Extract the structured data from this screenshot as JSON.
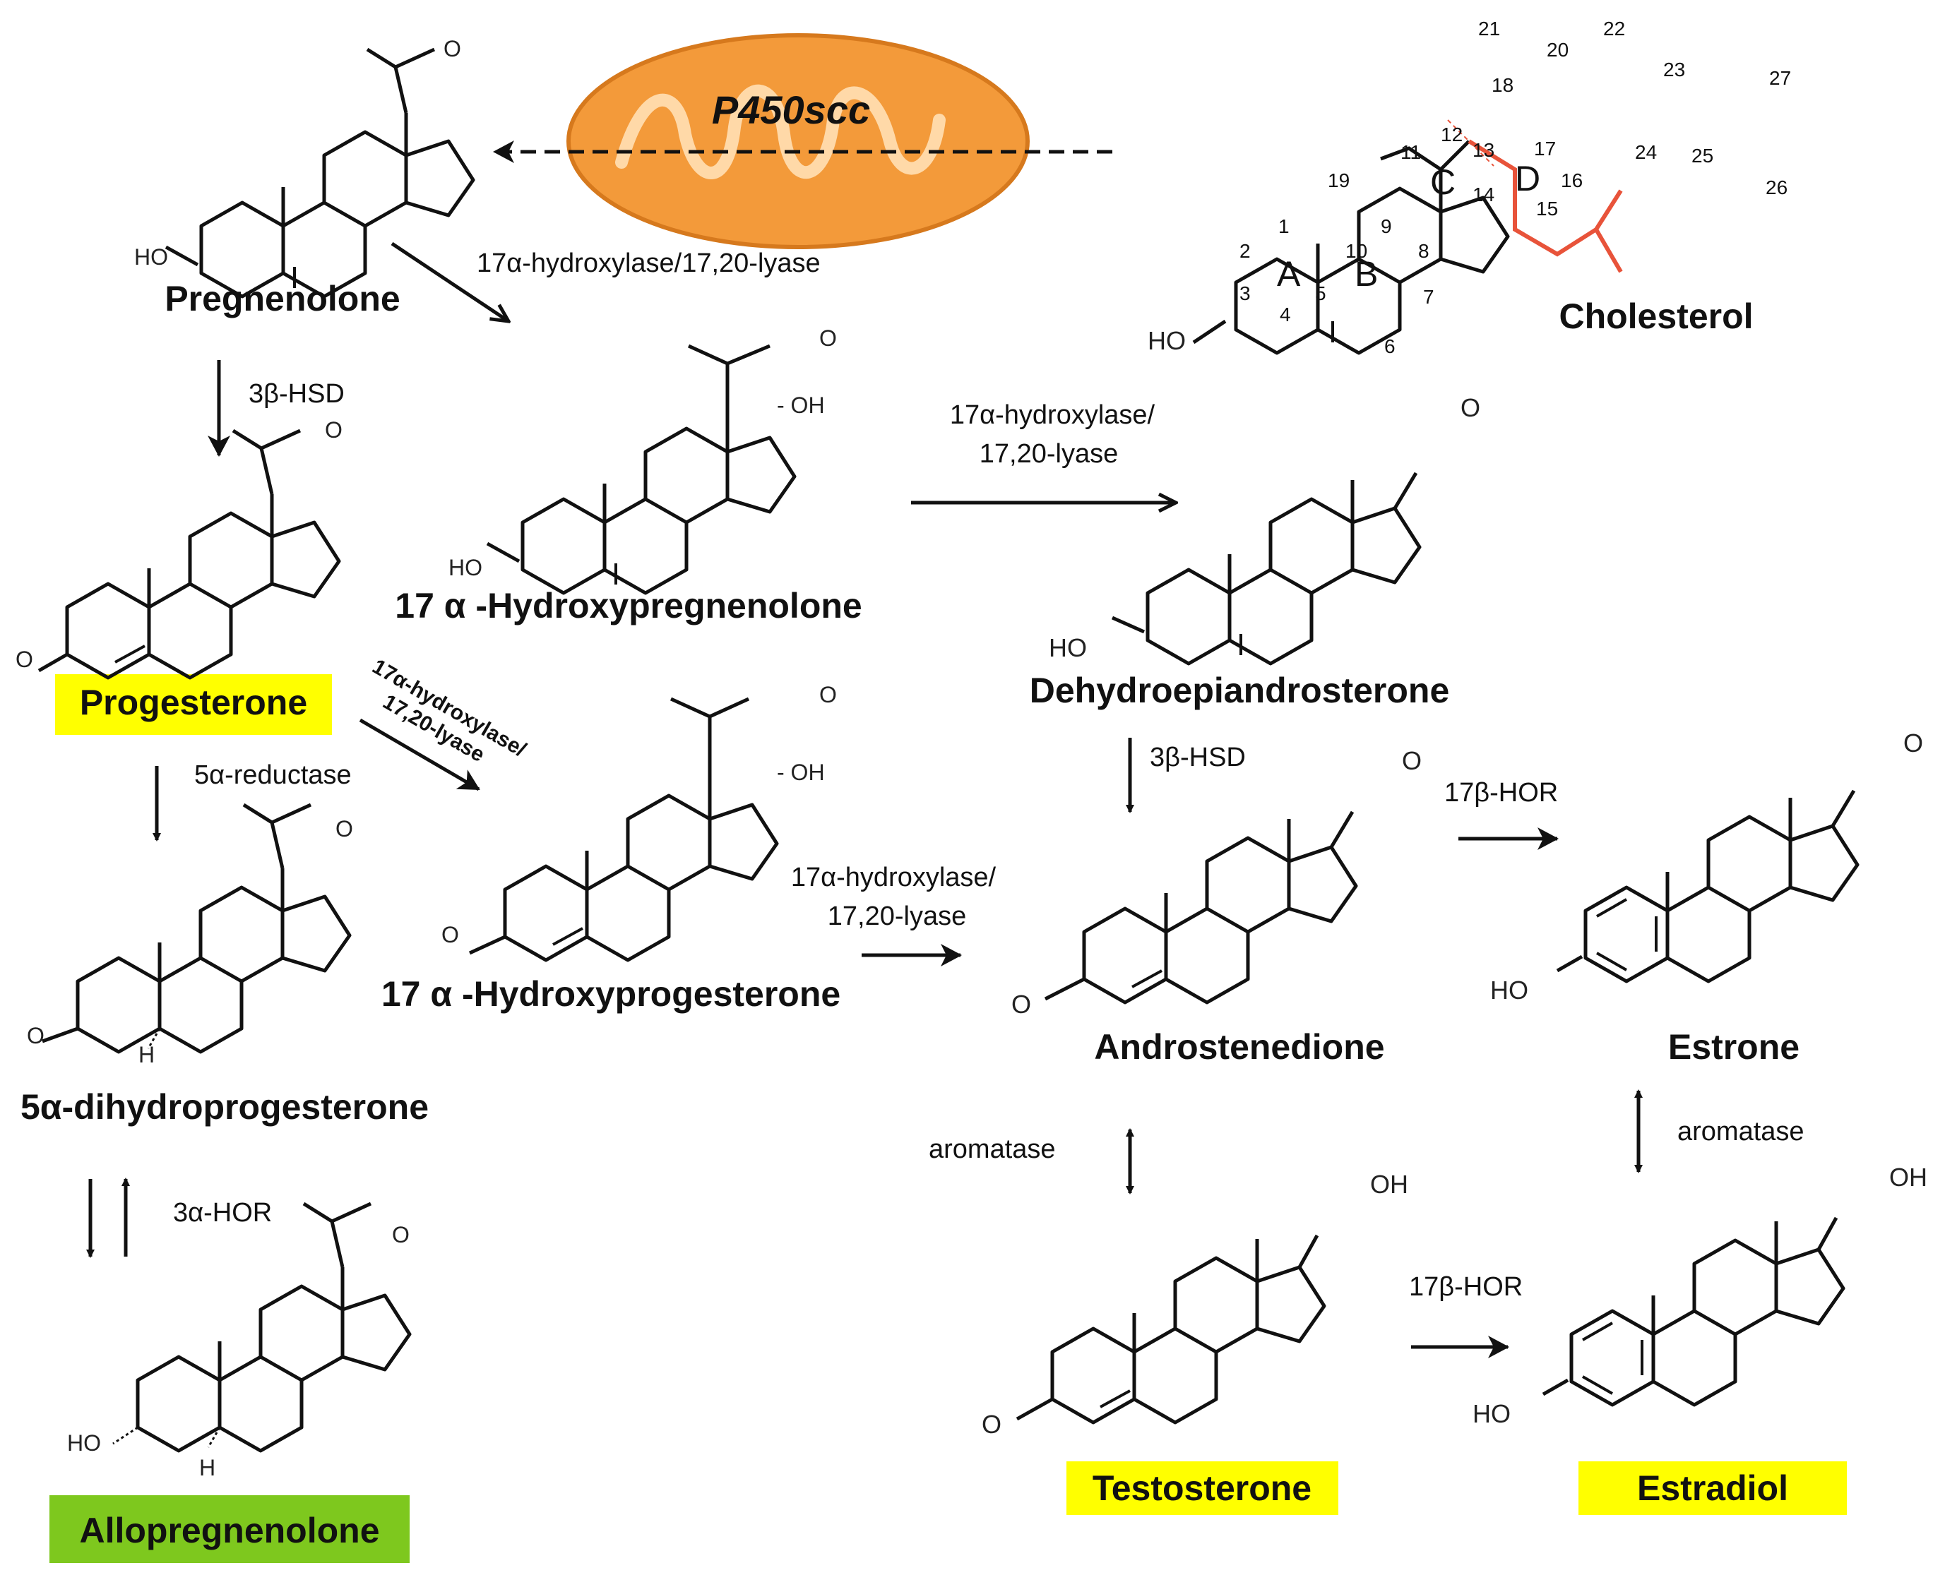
{
  "enzyme_cleavage": "P450scc",
  "compounds": {
    "cholesterol": "Cholesterol",
    "pregnenolone": "Pregnenolone",
    "hydroxypregnenolone": "17 α -Hydroxypregnenolone",
    "dhea": "Dehydroepiandrosterone",
    "progesterone": "Progesterone",
    "hydroxyprogesterone": "17 α -Hydroxyprogesterone",
    "androstenedione": "Androstenedione",
    "estrone": "Estrone",
    "dihydroprogesterone": "5α-dihydroprogesterone",
    "allopregnenolone": "Allopregnenolone",
    "testosterone": "Testosterone",
    "estradiol": "Estradiol"
  },
  "enzymes": {
    "lyase_top": "17α-hydroxylase/17,20-lyase",
    "lyase_mid_1": "17α-hydroxylase/",
    "lyase_mid_2": "17,20-lyase",
    "lyase_diag_1": "17α-hydroxylase/",
    "lyase_diag_2": "17,20-lyase",
    "lyase_low_1": "17α-hydroxylase/",
    "lyase_low_2": "17,20-lyase",
    "hsd_left": "3β-HSD",
    "hsd_right": "3β-HSD",
    "reductase": "5α-reductase",
    "hor3a": "3α-HOR",
    "hor17_top": "17β-HOR",
    "hor17_bottom": "17β-HOR",
    "aromatase_left": "aromatase",
    "aromatase_right": "aromatase"
  },
  "atoms": {
    "o": "O",
    "oh": "OH",
    "ho": "HO",
    "h": "H",
    "oh_dash": "- OH"
  },
  "cholesterol_numbers": [
    "1",
    "2",
    "3",
    "4",
    "5",
    "6",
    "7",
    "8",
    "9",
    "10",
    "11",
    "12",
    "13",
    "14",
    "15",
    "16",
    "17",
    "18",
    "19",
    "20",
    "21",
    "22",
    "23",
    "24",
    "25",
    "26",
    "27"
  ],
  "cholesterol_rings": [
    "A",
    "B",
    "C",
    "D"
  ],
  "colors": {
    "highlight_yellow": "#ffff00",
    "highlight_green": "#7ec81e",
    "side_chain": "#e8533a",
    "mitochondria": "#f39a3a"
  }
}
